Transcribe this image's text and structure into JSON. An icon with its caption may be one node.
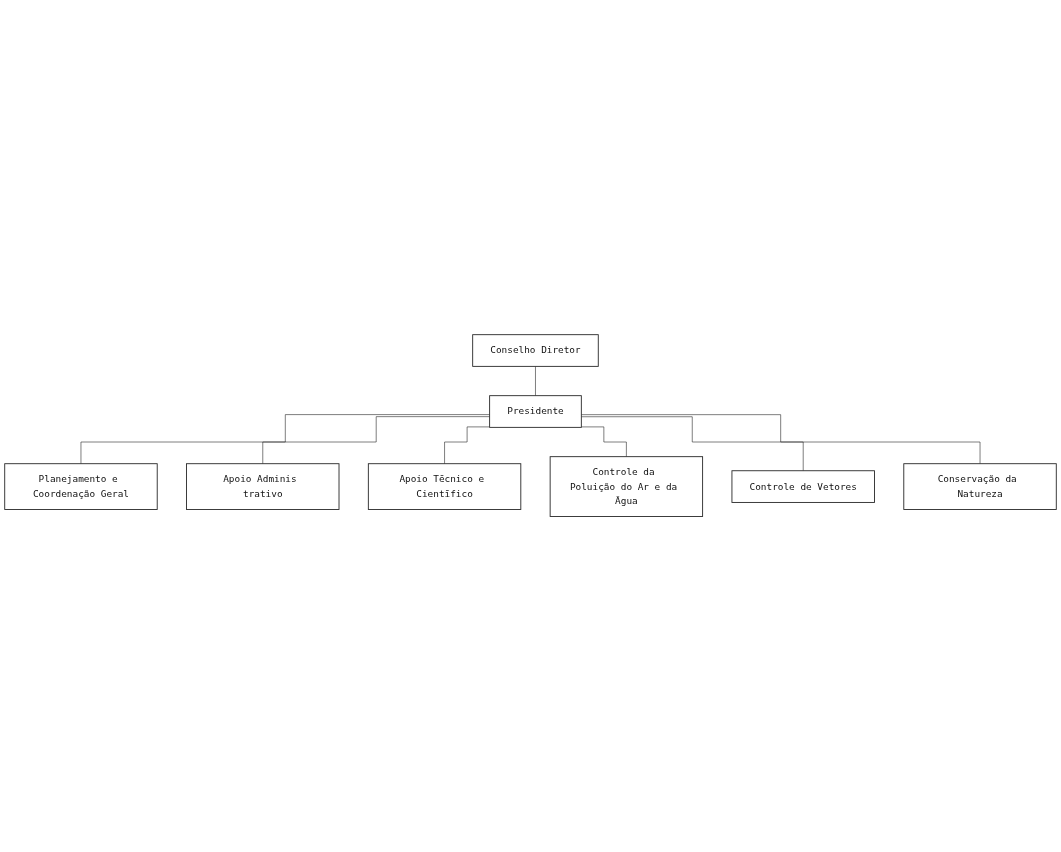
{
  "diagram": {
    "nodes": [
      {
        "text": [
          "Conselho Diretor"
        ]
      },
      {
        "text": [
          "Presidente"
        ]
      },
      {
        "text": [
          "Planejamento e Coordenação Geral"
        ]
      },
      {
        "text": [
          "Apoio Adminis trativo"
        ]
      },
      {
        "text": [
          "Apoio Tēcnico e Cientīfico"
        ]
      },
      {
        "text": [
          "Controle da Poluição do Ar e da Āgua"
        ]
      },
      {
        "text": [
          "Controle de Vetores"
        ]
      },
      {
        "text": [
          "Conservação da Natureza"
        ]
      }
    ],
    "edges": [
      {
        "from": 0,
        "to": 1,
        "arrow": "none"
      },
      {
        "from": 1,
        "to": 2,
        "arrow": "none"
      },
      {
        "from": 1,
        "to": 3,
        "arrow": "none"
      },
      {
        "from": 1,
        "to": 4,
        "arrow": "none"
      },
      {
        "from": 1,
        "to": 5,
        "arrow": "none"
      },
      {
        "from": 1,
        "to": 6,
        "arrow": "none"
      },
      {
        "from": 1,
        "to": 7,
        "arrow": "none"
      }
    ]
  }
}
